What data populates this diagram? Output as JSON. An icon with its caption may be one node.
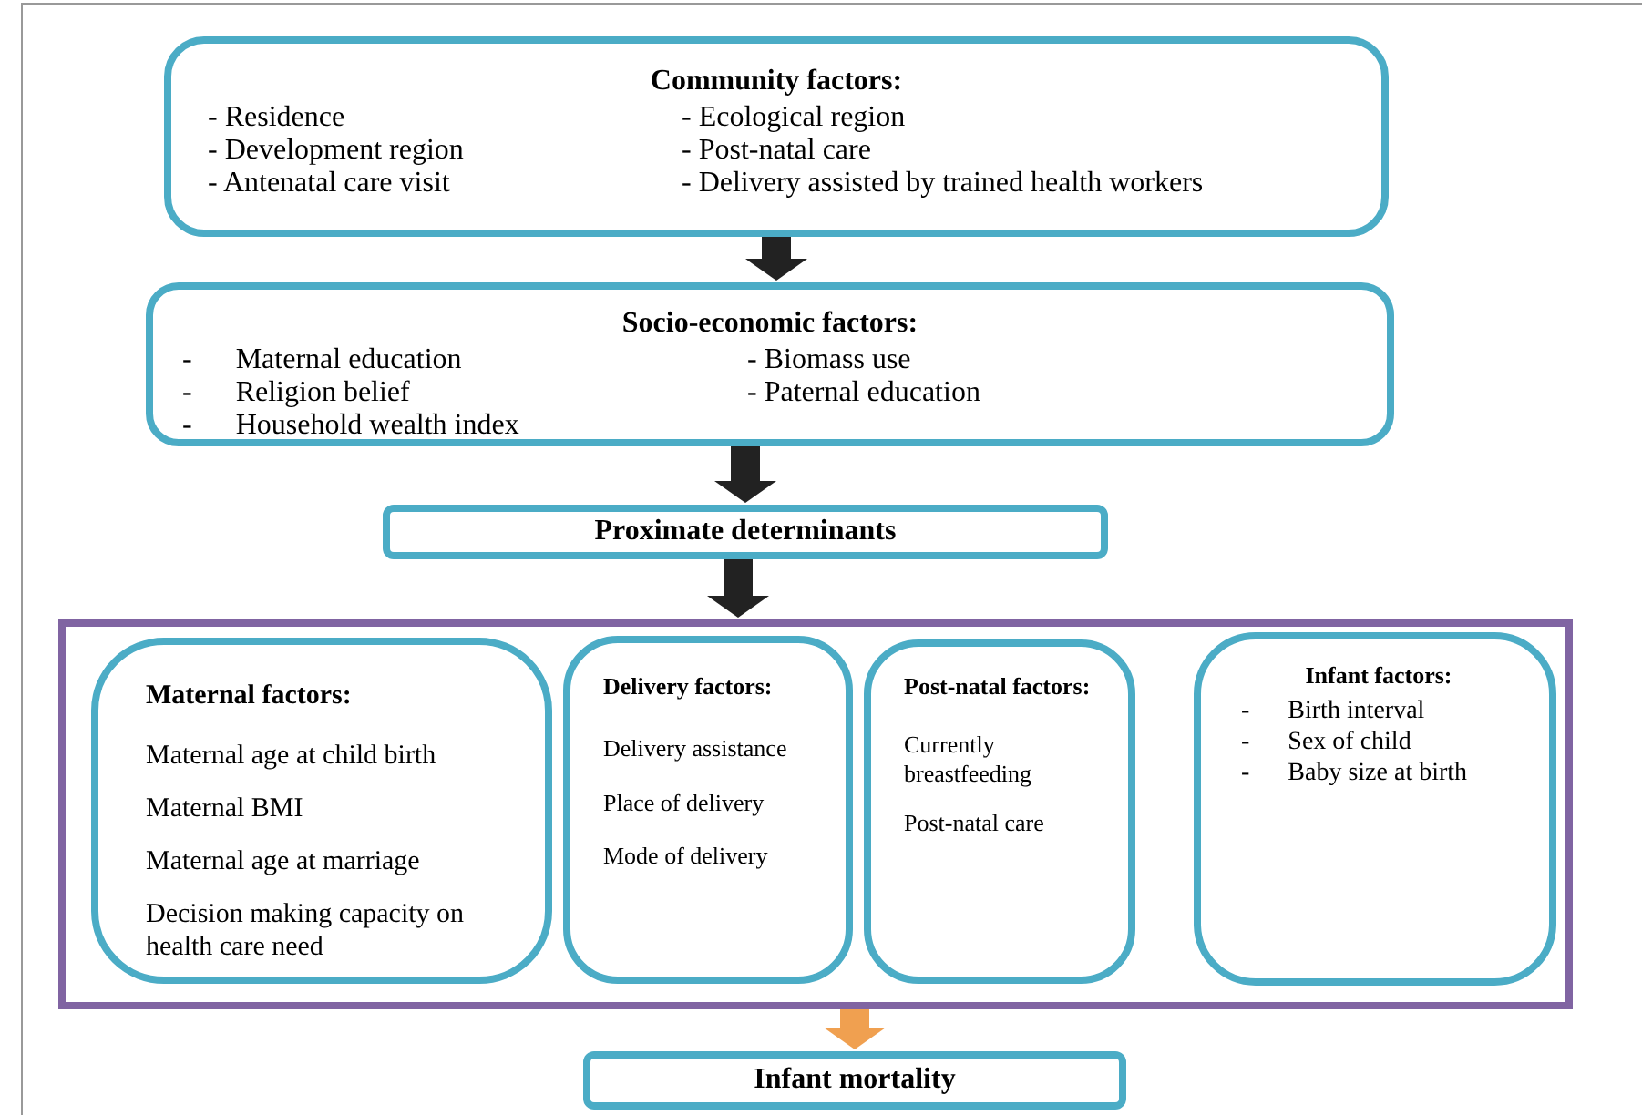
{
  "diagram": {
    "nodes": [
      {
        "text": [
          "Community factors:",
          "- Residence",
          "- Ecological region",
          "- Development region",
          "- Post-natal care",
          "- Antenatal care visit",
          "- Delivery assisted by trained health workers"
        ]
      },
      {
        "text": [
          "Socio-economic factors:",
          "-      Maternal education",
          "- Biomass use",
          "-      Religion belief",
          "- Paternal education",
          "-      Household wealth index"
        ]
      },
      {
        "text": [
          "Proximate determinants"
        ]
      },
      {
        "text": [],
        "shape": "box"
      },
      {
        "text": [
          "Maternal factors:",
          "Maternal age at child birth",
          "Maternal BMI",
          "Maternal age at marriage",
          "Decision making capacity on health care need"
        ],
        "in": 3
      },
      {
        "text": [
          "Delivery factors:",
          "Delivery assistance",
          "Place of delivery",
          "Mode of delivery"
        ],
        "in": 3
      },
      {
        "text": [
          "Post-natal factors:",
          "Currently breastfeeding",
          "Post-natal care"
        ],
        "in": 3
      },
      {
        "text": [
          "Infant factors:",
          "-      Birth interval",
          "-      Sex of child",
          "-      Baby size at birth"
        ],
        "in": 3
      },
      {
        "text": [
          "Infant mortality"
        ]
      }
    ],
    "edges": [
      {
        "from": 0,
        "to": 1,
        "arrow": "to"
      },
      {
        "from": 1,
        "to": 2,
        "arrow": "to"
      },
      {
        "from": 2,
        "to": 3,
        "arrow": "to"
      },
      {
        "from": 3,
        "to": 8,
        "arrow": "to",
        "color": "#f0a050"
      }
    ]
  }
}
